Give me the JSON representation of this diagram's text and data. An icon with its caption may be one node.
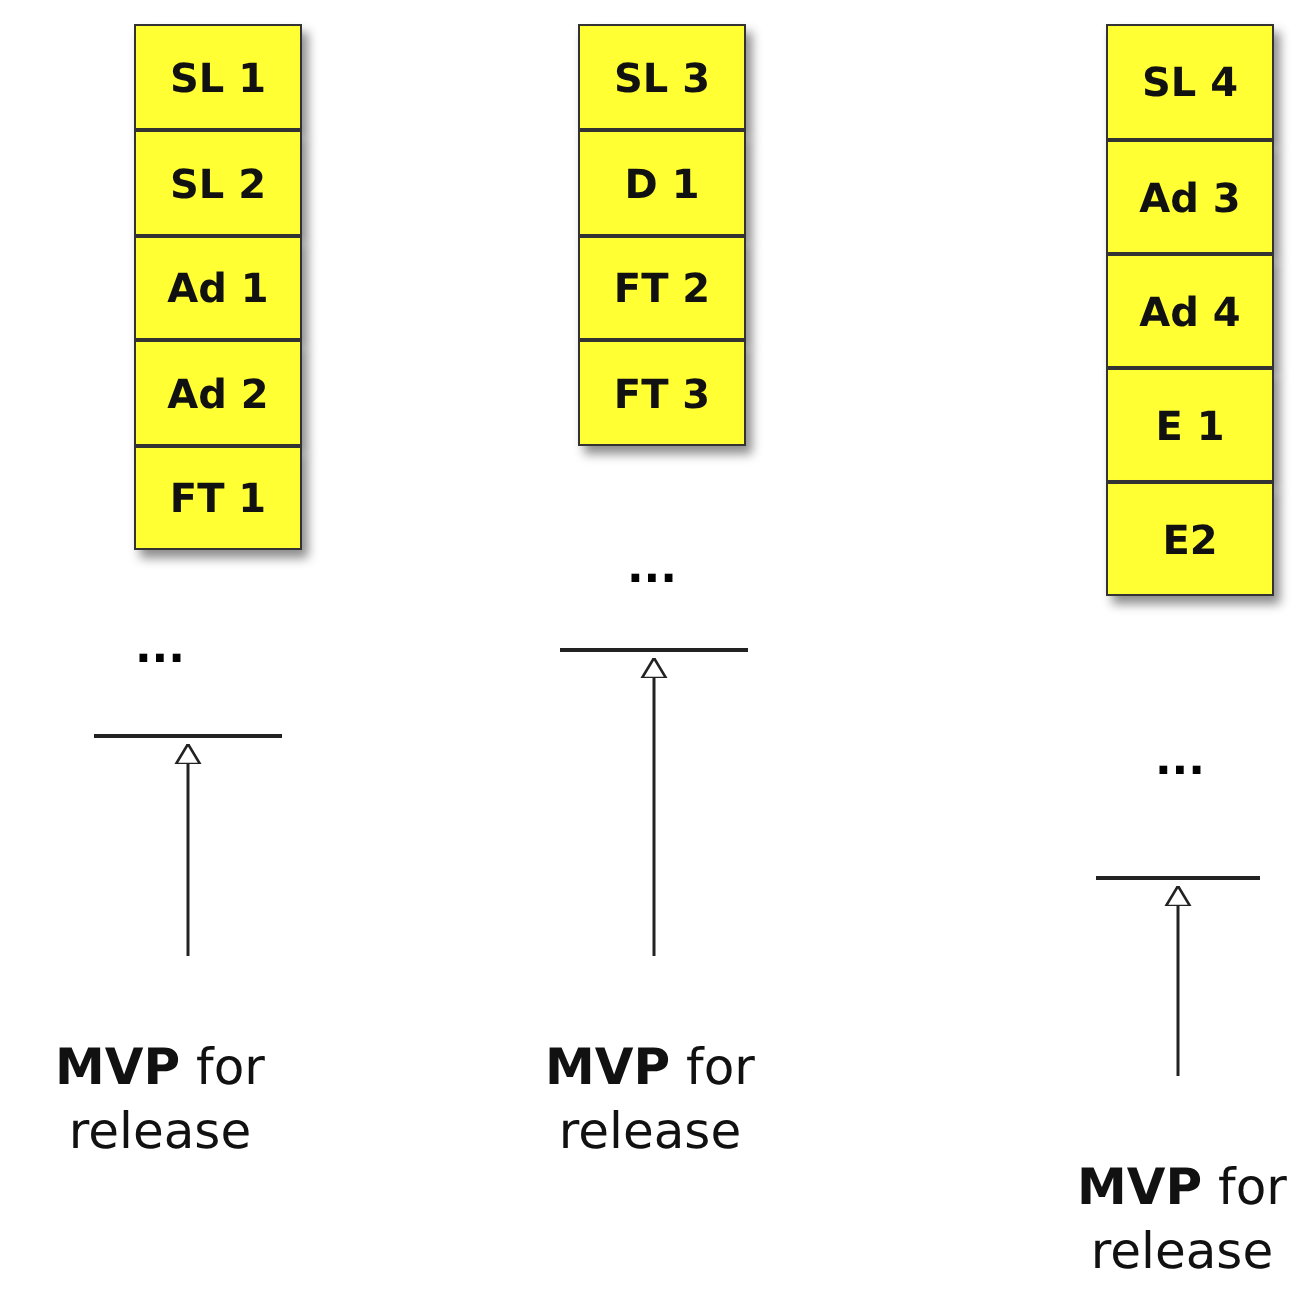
{
  "diagram": {
    "nodes": [
      {
        "text": [
          "SL 1"
        ]
      },
      {
        "text": [
          "SL 2"
        ]
      },
      {
        "text": [
          "Ad 1"
        ]
      },
      {
        "text": [
          "Ad 2"
        ]
      },
      {
        "text": [
          "FT 1"
        ]
      },
      {
        "text": [],
        "shape": "bar"
      },
      {
        "text": [
          "**MVP** for release"
        ]
      },
      {
        "text": [
          "SL 3"
        ]
      },
      {
        "text": [
          "D 1"
        ]
      },
      {
        "text": [
          "FT 2"
        ]
      },
      {
        "text": [
          "FT 3"
        ]
      },
      {
        "text": [],
        "shape": "bar"
      },
      {
        "text": [
          "**MVP** for release"
        ]
      },
      {
        "text": [
          "SL 4"
        ]
      },
      {
        "text": [
          "Ad 3"
        ]
      },
      {
        "text": [
          "Ad 4"
        ]
      },
      {
        "text": [
          "E 1"
        ]
      },
      {
        "text": [
          "E2"
        ]
      },
      {
        "text": [],
        "shape": "bar"
      },
      {
        "text": [
          "**MVP** for release"
        ]
      }
    ],
    "edges": [
      {
        "from": 6,
        "to": 5,
        "arrow": "to"
      },
      {
        "from": 12,
        "to": 11,
        "arrow": "to"
      },
      {
        "from": 19,
        "to": 18,
        "arrow": "to"
      }
    ],
    "labels": [
      "...",
      "...",
      "..."
    ]
  }
}
